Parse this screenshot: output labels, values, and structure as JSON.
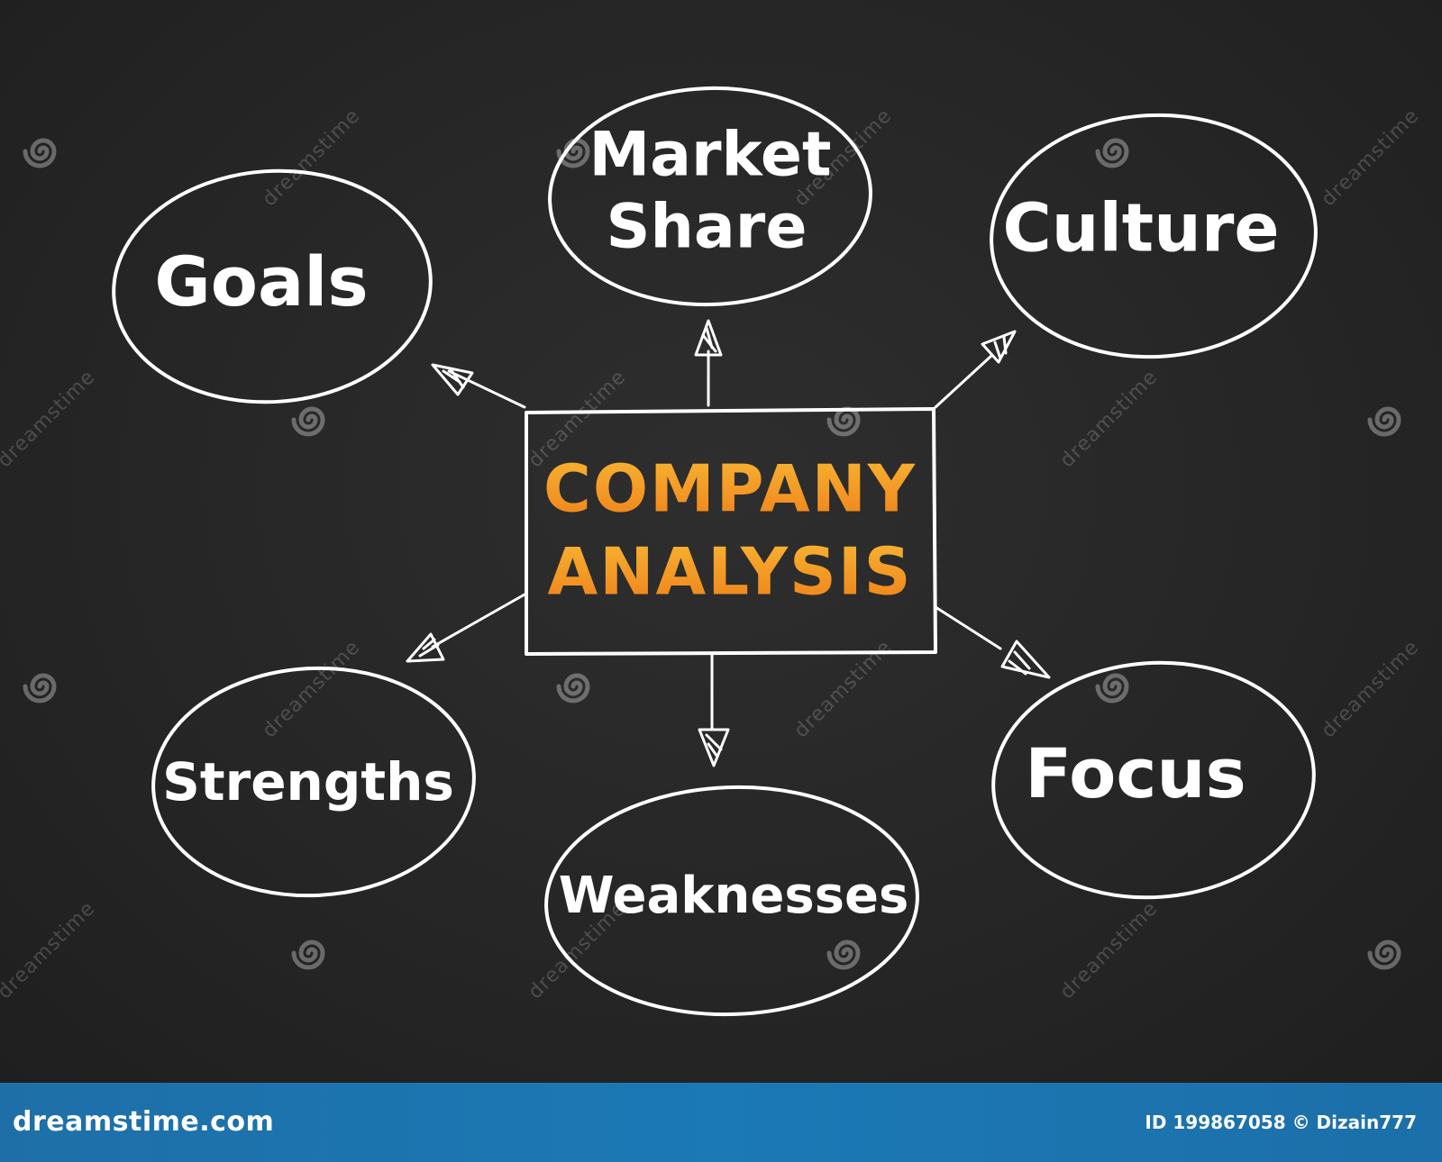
{
  "diagram": {
    "center": {
      "line1": "COMPANY",
      "line2": "ANALYSIS"
    },
    "nodes": {
      "goals": "Goals",
      "market_share_line1": "Market",
      "market_share_line2": "Share",
      "culture": "Culture",
      "strengths": "Strengths",
      "weaknesses": "Weaknesses",
      "focus": "Focus"
    }
  },
  "watermark": {
    "text": "dreamstime"
  },
  "footer": {
    "site": "dreamstime.com",
    "id_credit": "ID 199867058 © Dizain777"
  },
  "colors": {
    "background": "#262626",
    "stroke": "#ffffff",
    "center_text_top": "#f7b733",
    "center_text_bottom": "#ef7f1a",
    "footer_bar": "#1b79b5"
  }
}
